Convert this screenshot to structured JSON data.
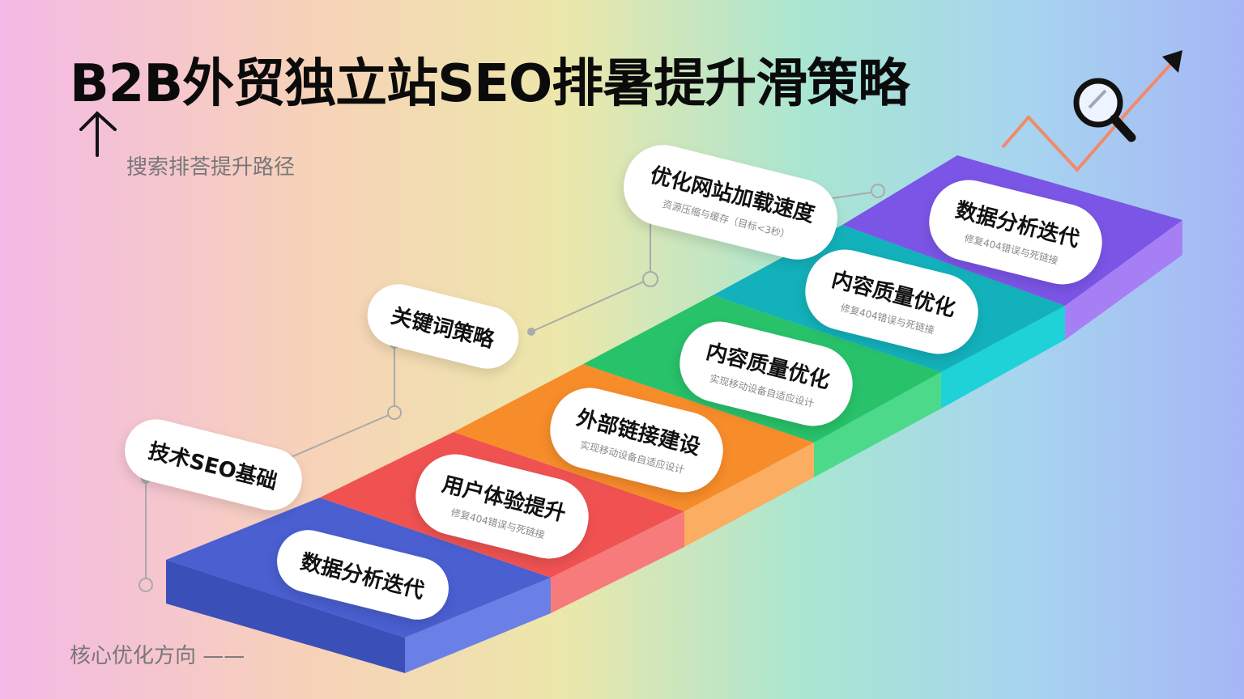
{
  "title": "B2B外贸独立站SEO排暑提升滑策略",
  "subtitle": "搜索排荅提升路径",
  "footer": "核心优化方向 ——",
  "steps": [
    {
      "label": "数据分析迭代",
      "note": "",
      "color": "#4a5fd0"
    },
    {
      "label": "用户体验提升",
      "note": "修复404错误与死链接",
      "color": "#f05252"
    },
    {
      "label": "外部链接建设",
      "note": "实现移动设备自适应设计",
      "color": "#f78c2a"
    },
    {
      "label": "内容质量优化",
      "note": "实现移动设备自适应设计",
      "color": "#28c26a"
    },
    {
      "label": "内容质量优化",
      "note": "修复404错误与死链接",
      "color": "#13b9c2"
    },
    {
      "label": "数据分析迭代",
      "note": "修复404错误与死链接",
      "color": "#7b55e6"
    }
  ],
  "callouts": [
    {
      "label": "技术SEO基础",
      "note": ""
    },
    {
      "label": "关键词策略",
      "note": ""
    },
    {
      "label": "优化网站加载速度",
      "note": "资源压缩与缓存（目标<3秒）"
    }
  ]
}
